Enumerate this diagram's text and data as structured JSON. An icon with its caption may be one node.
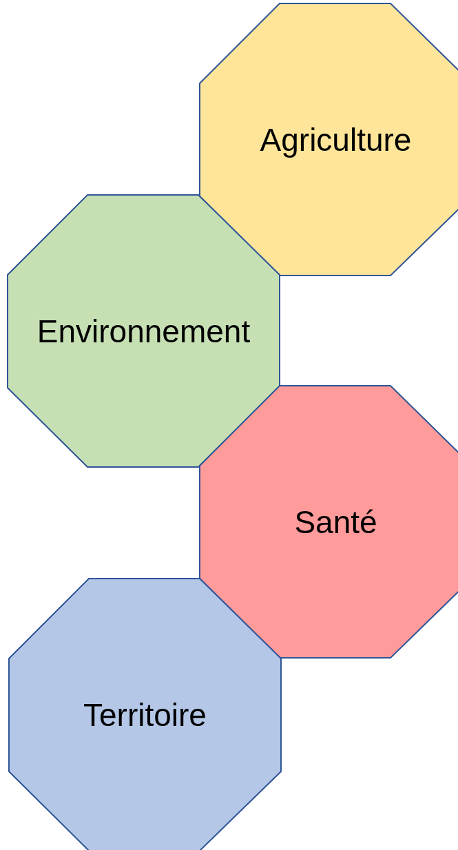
{
  "diagram": {
    "nodes": [
      {
        "text": [
          "Agriculture"
        ]
      },
      {
        "text": [
          "Environnement"
        ]
      },
      {
        "text": [
          "Santé"
        ]
      },
      {
        "text": [
          "Territoire"
        ]
      }
    ]
  }
}
